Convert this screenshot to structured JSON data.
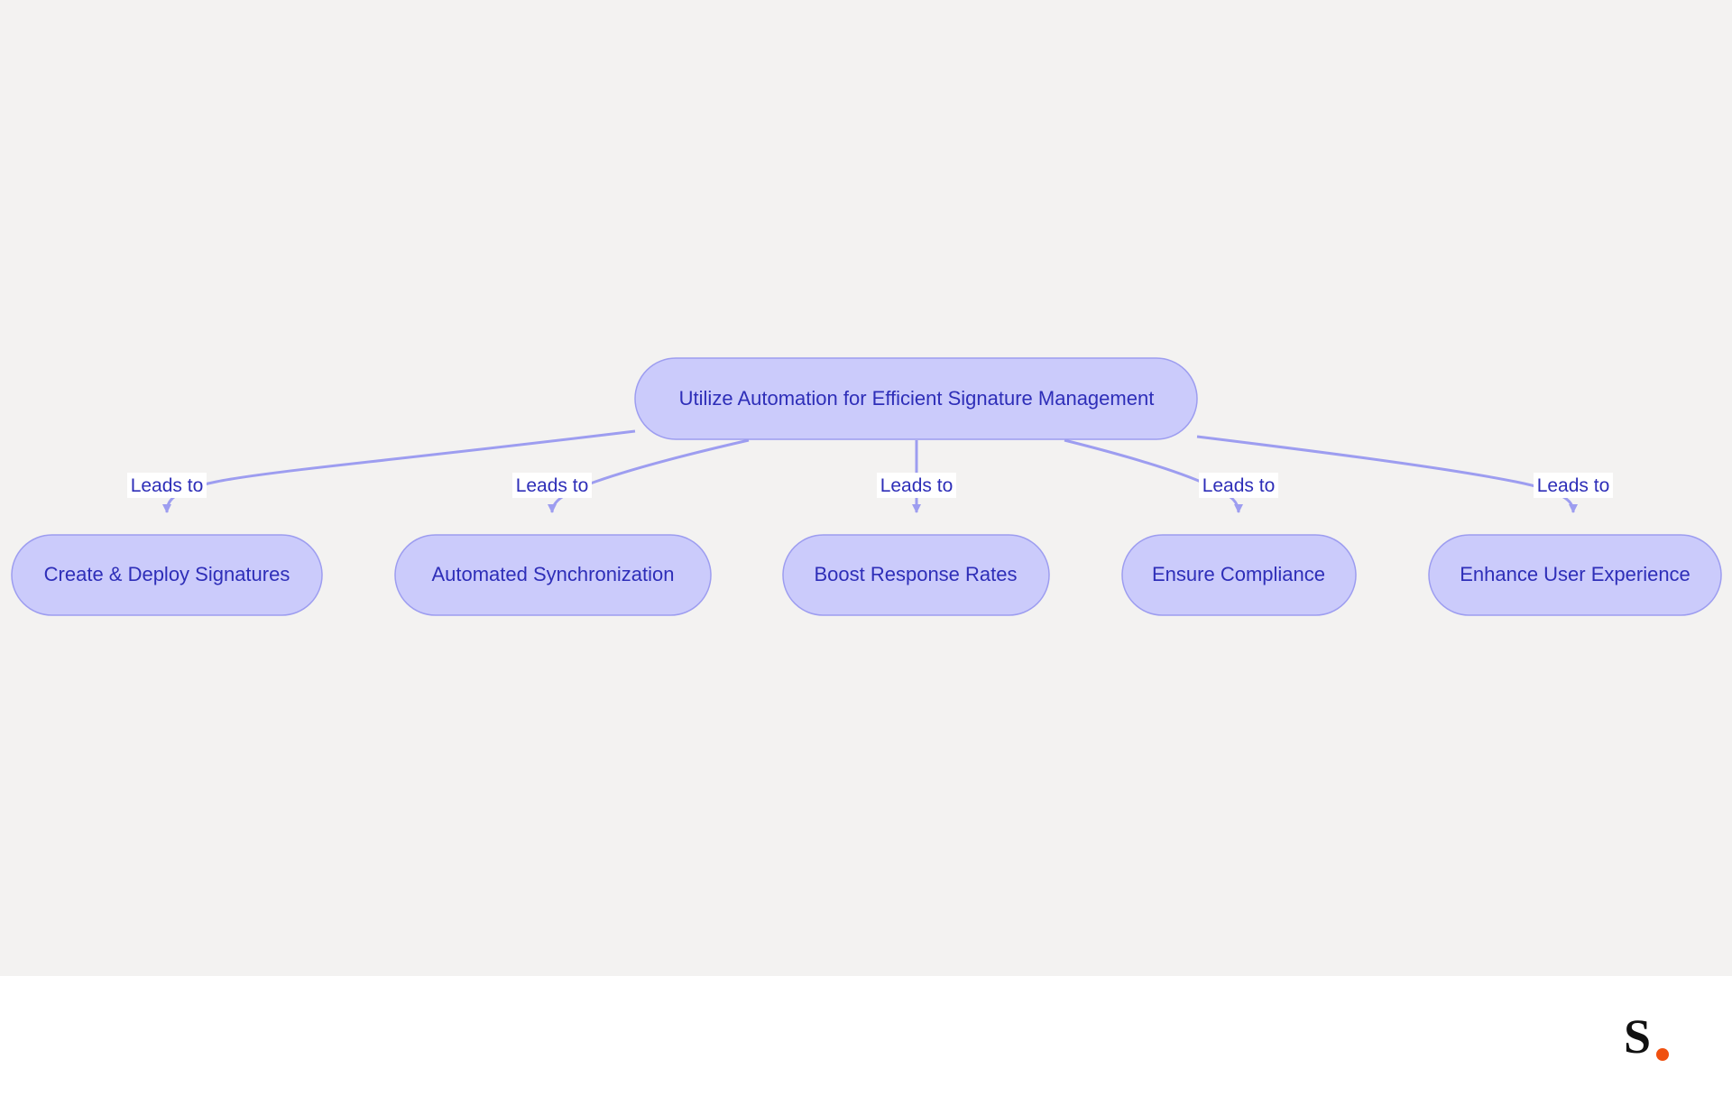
{
  "diagram": {
    "root": {
      "label": "Utilize Automation for Efficient Signature Management"
    },
    "children": [
      {
        "label": "Create & Deploy Signatures",
        "edge_label": "Leads to"
      },
      {
        "label": "Automated Synchronization",
        "edge_label": "Leads to"
      },
      {
        "label": "Boost Response Rates",
        "edge_label": "Leads to"
      },
      {
        "label": "Ensure Compliance",
        "edge_label": "Leads to"
      },
      {
        "label": "Enhance User Experience",
        "edge_label": "Leads to"
      }
    ]
  },
  "colors": {
    "canvas_background": "#f3f2f1",
    "node_fill": "#cbcbfb",
    "node_stroke": "#9d9df0",
    "edge": "#9d9df0",
    "text": "#2e2eb8",
    "edge_label_background": "#ffffff",
    "logo_dot": "#f0500f"
  },
  "logo": {
    "text": "S",
    "icon": "brand-logo"
  }
}
